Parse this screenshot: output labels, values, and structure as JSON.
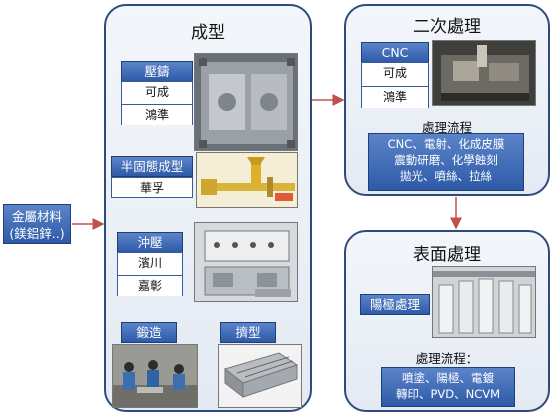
{
  "source": {
    "line1": "金屬材料",
    "line2": "(鎂鋁鋅..)"
  },
  "forming": {
    "title": "成型",
    "die_casting": {
      "label": "壓鑄",
      "vendors": [
        "可成",
        "鴻準"
      ]
    },
    "semi_solid": {
      "label": "半固態成型",
      "vendors": [
        "華孚"
      ]
    },
    "stamping": {
      "label": "沖壓",
      "vendors": [
        "濱川",
        "嘉彰"
      ]
    },
    "forging": {
      "label": "鍛造"
    },
    "extrusion": {
      "label": "擠型"
    }
  },
  "secondary": {
    "title": "二次處理",
    "cnc": {
      "label": "CNC",
      "vendors": [
        "可成",
        "鴻準"
      ]
    },
    "process_label": "處理流程",
    "process_lines": [
      "CNC、電射、化成皮膜",
      "震動研磨、化學蝕刻",
      "拋光、噴絲、拉絲"
    ]
  },
  "surface": {
    "title": "表面處理",
    "anodizing": {
      "label": "陽極處理"
    },
    "process_label": "處理流程：",
    "process_lines": [
      "噴塗、陽極、電鍍",
      "轉印、PVD、NCVM"
    ]
  },
  "colors": {
    "panel_border": "#2f4b7c",
    "header_blue": "#2e5aa8",
    "arrow": "#c0504d"
  }
}
